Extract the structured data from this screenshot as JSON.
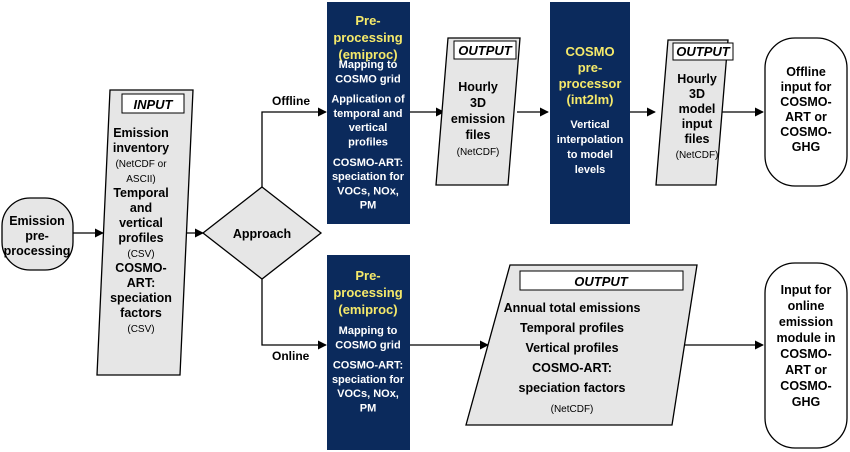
{
  "colors": {
    "navy": "#0b2a5c",
    "gray": "#e6e6e6",
    "yellow": "#f5e96a",
    "line": "#000000"
  },
  "start": {
    "lines": [
      "Emission",
      "pre-",
      "processing"
    ]
  },
  "input": {
    "header": "INPUT",
    "lines": [
      {
        "text": "Emission",
        "bold": true
      },
      {
        "text": "inventory",
        "bold": true
      },
      {
        "text": "(NetCDF or",
        "bold": false
      },
      {
        "text": "ASCII)",
        "bold": false
      },
      {
        "text": "Temporal",
        "bold": true
      },
      {
        "text": "and",
        "bold": true
      },
      {
        "text": "vertical",
        "bold": true
      },
      {
        "text": "profiles",
        "bold": true
      },
      {
        "text": "(CSV)",
        "bold": false
      },
      {
        "text": "COSMO-",
        "bold": true
      },
      {
        "text": "ART:",
        "bold": true
      },
      {
        "text": "speciation",
        "bold": true
      },
      {
        "text": "factors",
        "bold": true
      },
      {
        "text": "(CSV)",
        "bold": false
      }
    ]
  },
  "decision": {
    "label": "Approach"
  },
  "edges": {
    "offline": "Offline",
    "online": "Online"
  },
  "emiproc_offline": {
    "title": [
      "Pre-",
      "processing",
      "(emiproc)"
    ],
    "lines": [
      "Mapping to",
      "COSMO grid",
      "Application of",
      "temporal and",
      "vertical",
      "profiles",
      "COSMO-ART:",
      "speciation for",
      "VOCs, NOx,",
      "PM"
    ]
  },
  "output_hourly": {
    "header": "OUTPUT",
    "lines": [
      {
        "text": "Hourly",
        "bold": true
      },
      {
        "text": "3D",
        "bold": true
      },
      {
        "text": "emission",
        "bold": true
      },
      {
        "text": "files",
        "bold": true
      },
      {
        "text": "(NetCDF)",
        "bold": false
      }
    ]
  },
  "int2lm": {
    "title": [
      "COSMO",
      "pre-",
      "processor",
      "(int2lm)"
    ],
    "lines": [
      "Vertical",
      "interpolation",
      "to model",
      "levels"
    ]
  },
  "output_model": {
    "header": "OUTPUT",
    "lines": [
      {
        "text": "Hourly",
        "bold": true
      },
      {
        "text": "3D",
        "bold": true
      },
      {
        "text": "model",
        "bold": true
      },
      {
        "text": "input",
        "bold": true
      },
      {
        "text": "files",
        "bold": true
      },
      {
        "text": "(NetCDF)",
        "bold": false
      }
    ]
  },
  "end_offline": {
    "lines": [
      "Offline",
      "input for",
      "COSMO-",
      "ART or",
      "COSMO-",
      "GHG"
    ]
  },
  "emiproc_online": {
    "title": [
      "Pre-",
      "processing",
      "(emiproc)"
    ],
    "lines": [
      "Mapping to",
      "COSMO grid",
      "COSMO-ART:",
      "speciation for",
      "VOCs, NOx,",
      "PM"
    ]
  },
  "output_online": {
    "header": "OUTPUT",
    "lines": [
      {
        "text": "Annual total emissions",
        "bold": true
      },
      {
        "text": "Temporal profiles",
        "bold": true
      },
      {
        "text": "Vertical profiles",
        "bold": true
      },
      {
        "text": "COSMO-ART:",
        "bold": true
      },
      {
        "text": "speciation factors",
        "bold": true
      },
      {
        "text": "(NetCDF)",
        "bold": false
      }
    ]
  },
  "end_online": {
    "lines": [
      "Input for",
      "online",
      "emission",
      "module in",
      "COSMO-",
      "ART or",
      "COSMO-",
      "GHG"
    ]
  }
}
